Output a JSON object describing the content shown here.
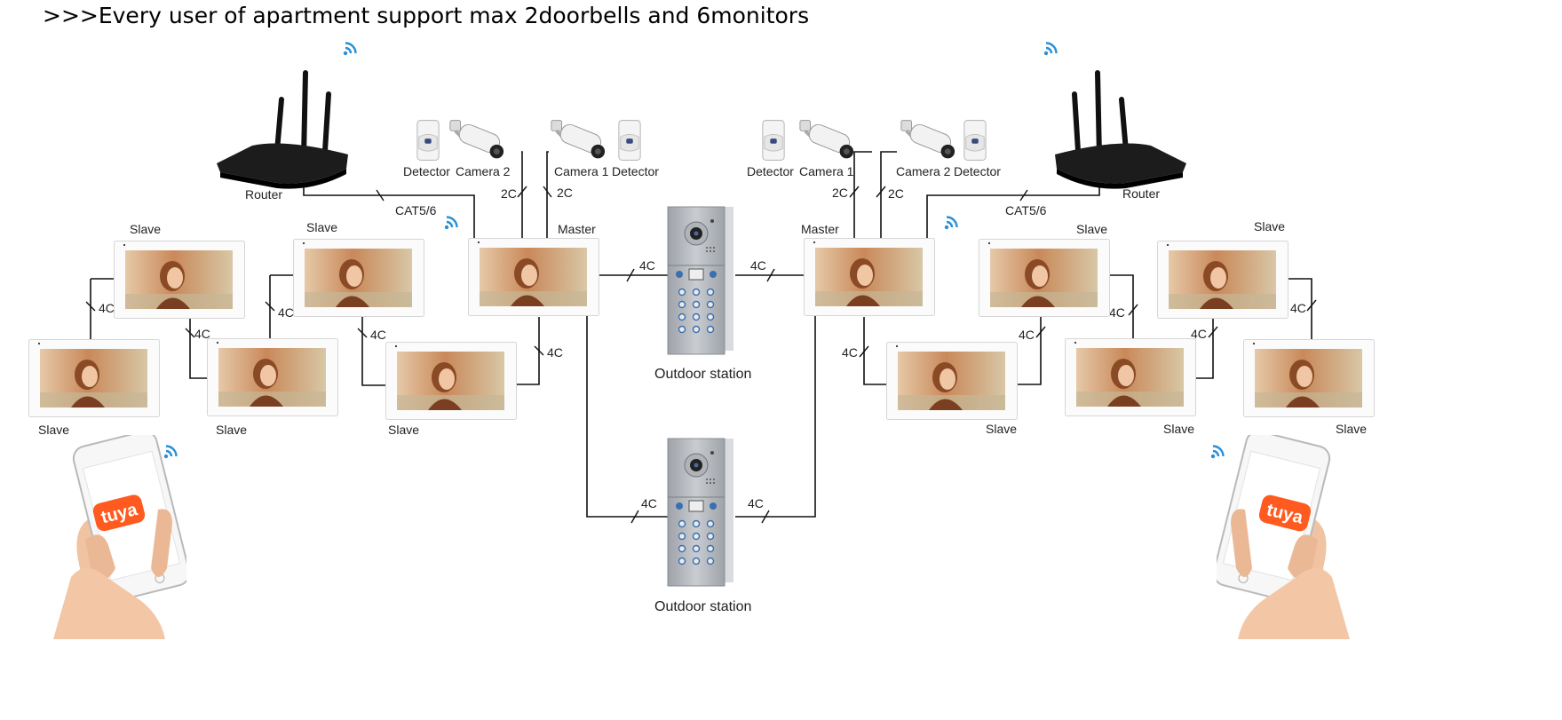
{
  "title": ">>>Every user of apartment support max 2doorbells and 6monitors",
  "icons": {
    "wifi": "wifi-icon",
    "router": "router-icon",
    "monitor": "monitor-icon",
    "outdoor_station": "outdoor-station-icon",
    "camera": "bullet-camera-icon",
    "detector": "motion-detector-icon",
    "phone": "smartphone-icon"
  },
  "colors": {
    "tuya": "#ff5a1f",
    "wifi": "#2a8fd6",
    "panel": "#b8bcc2",
    "wire": "#111111"
  },
  "labels": {
    "router": "Router",
    "cat": "CAT5/6",
    "master": "Master",
    "slave": "Slave",
    "outdoor": "Outdoor station",
    "camera1": "Camera 1",
    "camera2": "Camera 2",
    "detector": "Detector",
    "wire_2c": "2C",
    "wire_4c": "4C",
    "tuya": "tuya"
  }
}
